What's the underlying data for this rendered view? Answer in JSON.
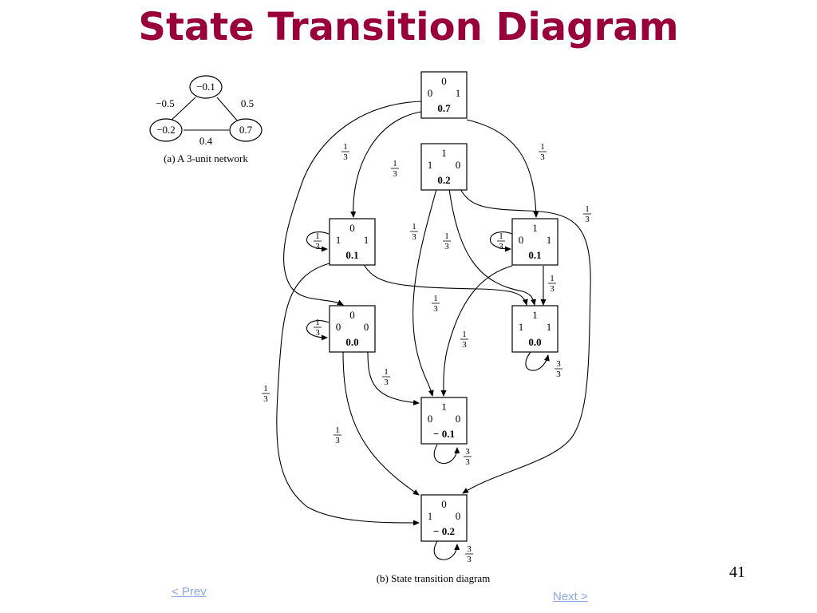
{
  "title": "State Transition Diagram",
  "page_number": "41",
  "nav": {
    "prev": "< Prev",
    "next": "Next >"
  },
  "network": {
    "caption": "(a) A 3-unit network",
    "units": {
      "top": "−0.1",
      "left": "−0.2",
      "right": "0.7"
    },
    "weights": {
      "left": "−0.5",
      "right": "0.5",
      "bottom": "0.4"
    }
  },
  "diagram_caption": "(b) State transition diagram",
  "prob": {
    "num": "1",
    "den": "3",
    "self_num": "3",
    "self_den": "3"
  },
  "states": [
    {
      "id": "s_top",
      "top": "0",
      "left": "0",
      "right": "1",
      "energy": "0.7"
    },
    {
      "id": "s_mid",
      "top": "1",
      "left": "1",
      "right": "0",
      "energy": "0.2"
    },
    {
      "id": "s_l1",
      "top": "0",
      "left": "1",
      "right": "1",
      "energy": "0.1"
    },
    {
      "id": "s_r1",
      "top": "1",
      "left": "0",
      "right": "1",
      "energy": "0.1"
    },
    {
      "id": "s_l2",
      "top": "0",
      "left": "0",
      "right": "0",
      "energy": "0.0"
    },
    {
      "id": "s_r2",
      "top": "1",
      "left": "1",
      "right": "1",
      "energy": "0.0"
    },
    {
      "id": "s_c3",
      "top": "1",
      "left": "0",
      "right": "0",
      "energy": "− 0.1"
    },
    {
      "id": "s_bot",
      "top": "0",
      "left": "1",
      "right": "0",
      "energy": "− 0.2"
    }
  ]
}
